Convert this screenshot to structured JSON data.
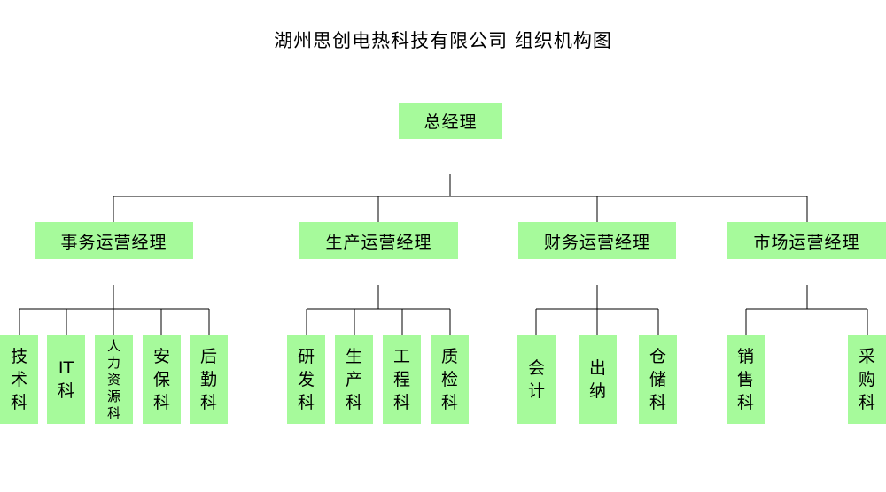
{
  "title": "湖州思创电热科技有限公司  组织机构图",
  "root": "总经理",
  "managers": [
    {
      "name": "事务运营经理",
      "departments": [
        "技术科",
        "IT科",
        "人力资源科",
        "安保科",
        "后勤科"
      ]
    },
    {
      "name": "生产运营经理",
      "departments": [
        "研发科",
        "生产科",
        "工程科",
        "质检科"
      ]
    },
    {
      "name": "财务运营经理",
      "departments": [
        "会计",
        "出纳",
        "仓储科"
      ]
    },
    {
      "name": "市场运营经理",
      "departments": [
        "销售科",
        "采购科"
      ]
    }
  ]
}
